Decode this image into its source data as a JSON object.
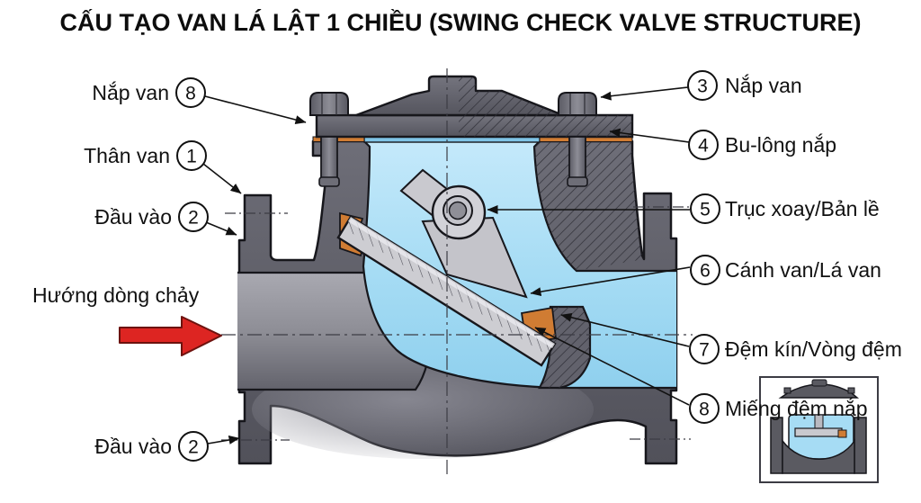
{
  "title": "CẤU TẠO VAN LÁ LẬT 1 CHIỀU (SWING CHECK VALVE STRUCTURE)",
  "flow_label": "Hướng dòng chảy",
  "callouts_left": [
    {
      "num": "8",
      "label": "Nắp van"
    },
    {
      "num": "1",
      "label": "Thân van"
    },
    {
      "num": "2",
      "label": "Đầu vào"
    },
    {
      "num": "2",
      "label": "Đầu vào"
    }
  ],
  "callouts_right": [
    {
      "num": "3",
      "label": "Nắp van"
    },
    {
      "num": "4",
      "label": "Bu-lông nắp"
    },
    {
      "num": "5",
      "label": "Trục xoay/Bản lề"
    },
    {
      "num": "6",
      "label": "Cánh van/Lá van"
    },
    {
      "num": "7",
      "label": "Đệm kín/Vòng đệm"
    },
    {
      "num": "8",
      "label": "Miếng đệm nắp"
    }
  ],
  "colors": {
    "body_gray": "#60606a",
    "bore_gray": "#8e8e96",
    "fluid_blue": "#a6dcf4",
    "seal_orange": "#d07c33",
    "disc_gray": "#cdcdd2",
    "flow_arrow_red": "#dd2522",
    "outline": "#17171c"
  }
}
